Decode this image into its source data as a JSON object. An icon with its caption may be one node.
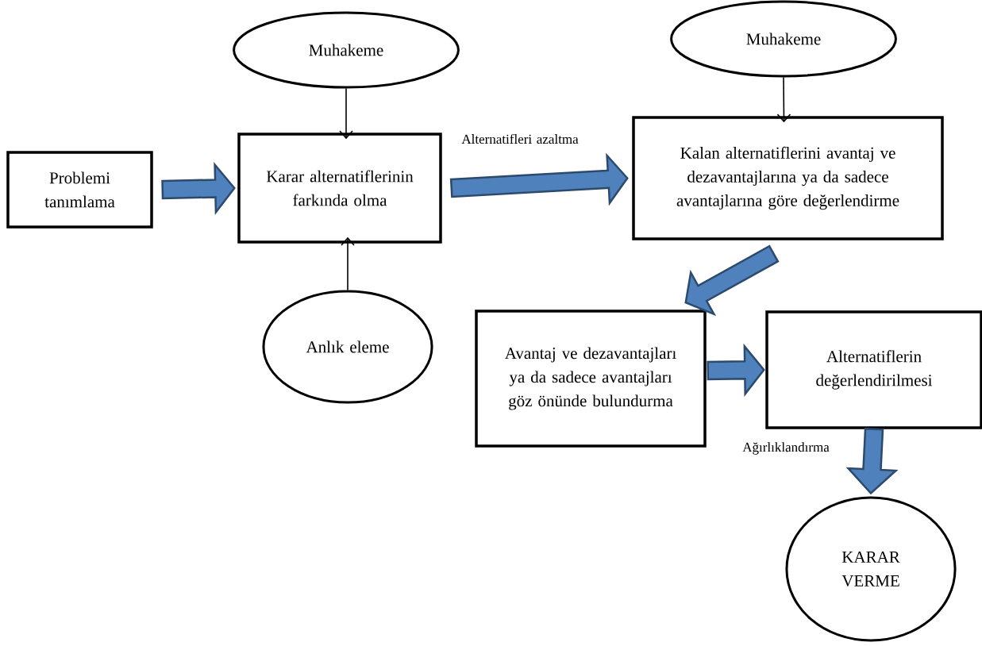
{
  "diagram": {
    "nodes": [
      {
        "text": [
          "Problemi tanımlama"
        ]
      },
      {
        "text": [
          "Muhakeme"
        ]
      },
      {
        "text": [
          "Karar alternatiflerinin farkında olma"
        ]
      },
      {
        "text": [
          "Anlık eleme"
        ]
      },
      {
        "text": [
          "Muhakeme"
        ]
      },
      {
        "text": [
          "Kalan alternatiflerini avantaj ve dezavantajlarına ya da sadece avantajlarına göre değerlendirme"
        ]
      },
      {
        "text": [
          "Avantaj ve dezavantajları ya da sadece avantajları göz önünde bulundurma"
        ]
      },
      {
        "text": [
          "Alternatiflerin değerlendirilmesi"
        ]
      },
      {
        "text": [
          "KARAR VERME"
        ]
      }
    ],
    "edges": [
      {
        "from": 0,
        "to": 2,
        "arrow": "to"
      },
      {
        "from": 1,
        "to": 2,
        "arrow": "to",
        "color": "#000000"
      },
      {
        "from": 3,
        "to": 2,
        "arrow": "to",
        "color": "#000000"
      },
      {
        "from": 2,
        "to": 5,
        "arrow": "to",
        "label": "Alternatifleri azaltma"
      },
      {
        "from": 4,
        "to": 5,
        "arrow": "to",
        "color": "#000000"
      },
      {
        "from": 5,
        "to": 6,
        "arrow": "to"
      },
      {
        "from": 6,
        "to": 7,
        "arrow": "to"
      },
      {
        "from": 7,
        "to": 8,
        "arrow": "to",
        "label": "Ağırlıklandırma"
      }
    ]
  }
}
